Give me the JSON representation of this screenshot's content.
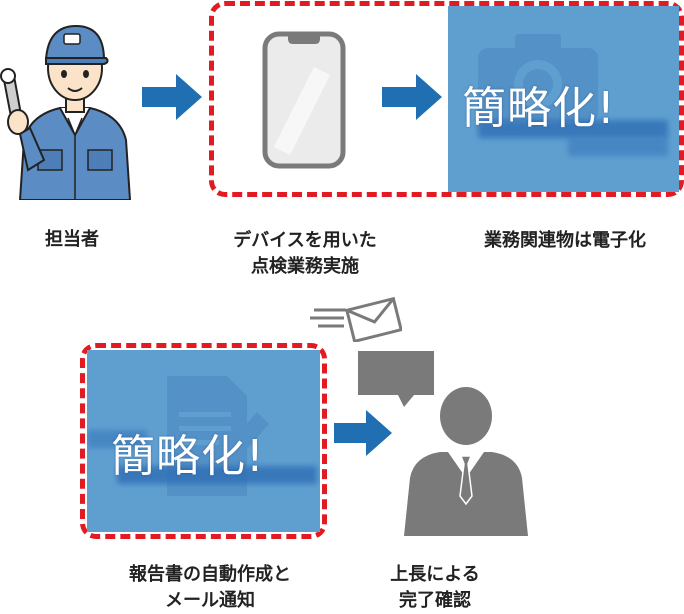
{
  "steps": {
    "worker": {
      "label": "担当者"
    },
    "device": {
      "label_line1": "デバイスを用いた",
      "label_line2": "点検業務実施"
    },
    "digital": {
      "label": "業務関連物は電子化",
      "stamp": "簡略化!"
    },
    "report": {
      "label_line1": "報告書の自動作成と",
      "label_line2": "メール通知",
      "stamp": "簡略化!"
    },
    "approve": {
      "label_line1": "上長による",
      "label_line2": "完了確認"
    }
  },
  "colors": {
    "accent_red": "#e21b23",
    "arrow_blue": "#1f6fb2",
    "panel_blue": "#5f9fd0",
    "icon_gray": "#7a7a7a"
  },
  "icons": [
    "worker-icon",
    "arrow-right-icon",
    "smartphone-icon",
    "camera-icon",
    "document-icon",
    "envelope-icon",
    "speech-bubble-icon",
    "manager-icon"
  ]
}
